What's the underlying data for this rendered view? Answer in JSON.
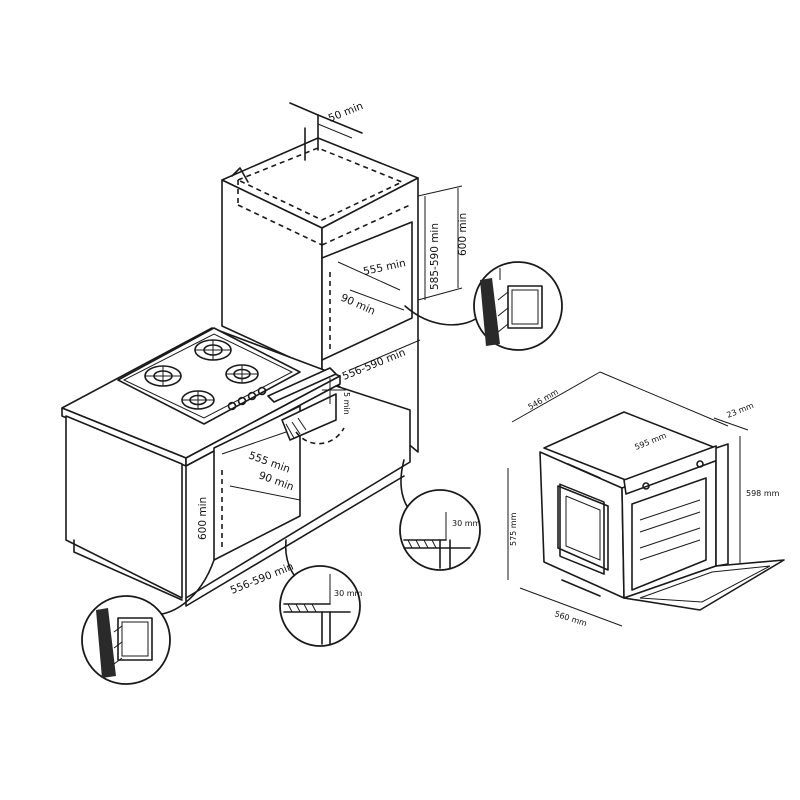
{
  "labels": {
    "top_gap": "50 min",
    "upper_width": "555 min",
    "upper_depth": "90 min",
    "upper_height_range": "585-590 min",
    "upper_height": "600 min",
    "upper_cut_depth": "556-590 min",
    "hob_gap": "5 min",
    "lower_width": "555 min",
    "lower_depth": "90 min",
    "lower_height": "600 min",
    "lower_cut_depth": "556-590 min",
    "floor_gap_right": "30 mm",
    "floor_gap_left": "30 mm",
    "oven_depth": "546 mm",
    "oven_width": "595 mm",
    "oven_frame": "23 mm",
    "oven_height": "598 mm",
    "oven_body_height": "575 mm",
    "oven_body_width": "560 mm"
  },
  "icons": [
    "burner-icon",
    "knob-icon",
    "ventilation-detail-icon"
  ]
}
